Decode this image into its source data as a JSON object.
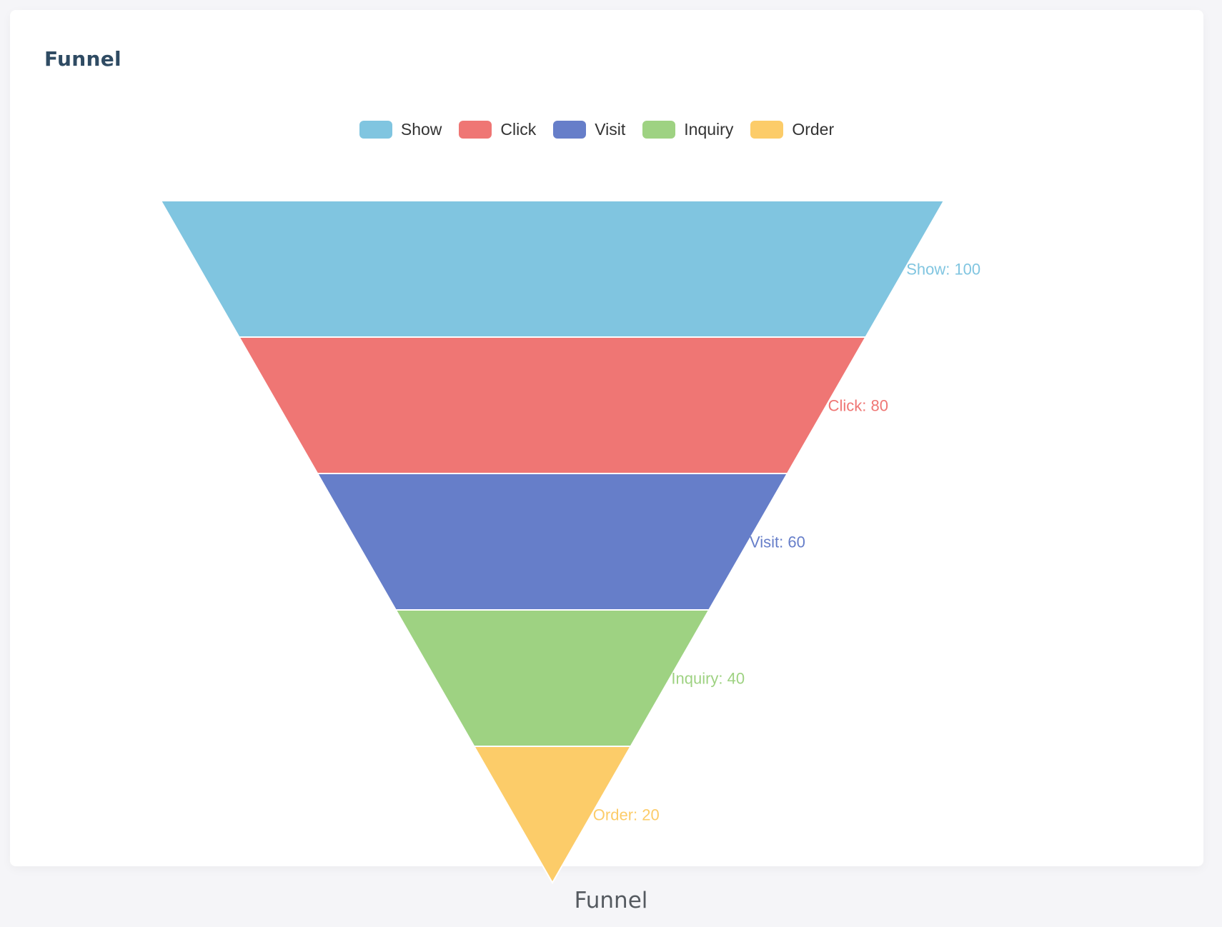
{
  "card": {
    "title": "Funnel"
  },
  "caption": "Funnel",
  "chart_data": {
    "type": "funnel",
    "title": "Funnel",
    "categories": [
      "Show",
      "Click",
      "Visit",
      "Inquiry",
      "Order"
    ],
    "values": [
      100,
      80,
      60,
      40,
      20
    ],
    "colors": [
      "#80c5e0",
      "#ef7674",
      "#667ec9",
      "#9ed282",
      "#fccc69"
    ],
    "labels": [
      "Show: 100",
      "Click: 80",
      "Visit: 60",
      "Inquiry: 40",
      "Order: 20"
    ],
    "legend": {
      "position": "top-center",
      "items": [
        "Show",
        "Click",
        "Visit",
        "Inquiry",
        "Order"
      ]
    },
    "sort": "descending",
    "max": 100,
    "min": 0
  }
}
